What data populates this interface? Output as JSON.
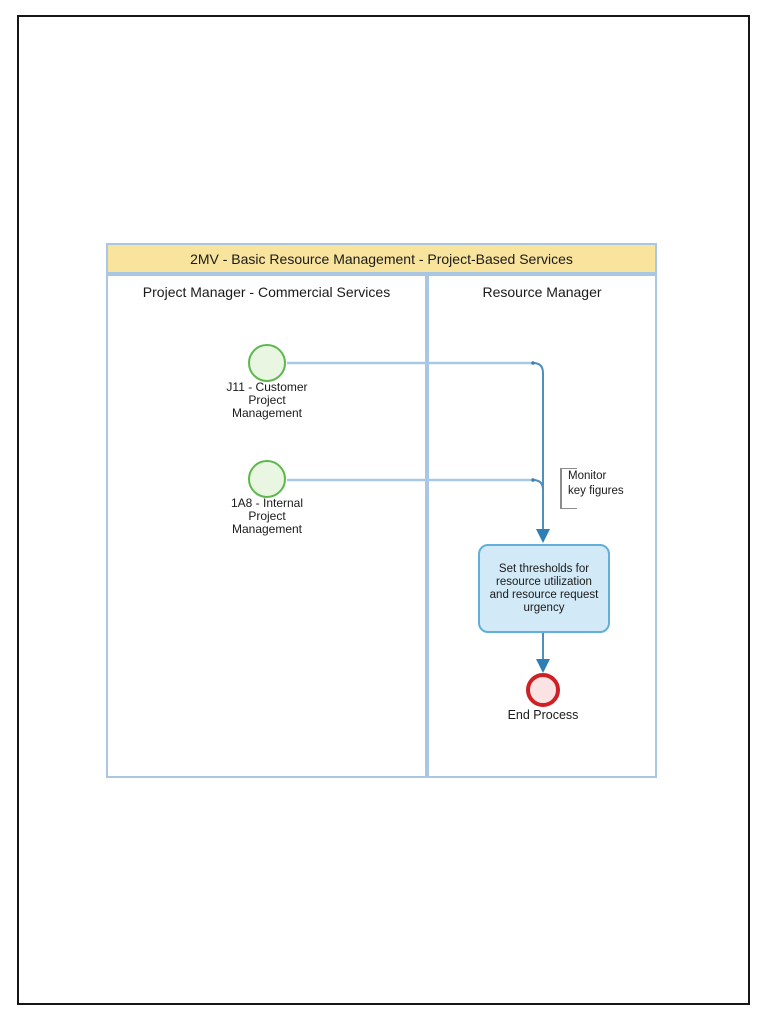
{
  "diagram": {
    "title": "2MV - Basic Resource Management - Project-Based Services",
    "lanes": [
      {
        "label": "Project Manager - Commercial Services"
      },
      {
        "label": "Resource Manager"
      }
    ],
    "nodes": {
      "start_event_1": {
        "type": "start-event",
        "label": "J11 - Customer\nProject\nManagement"
      },
      "start_event_2": {
        "type": "start-event",
        "label": "1A8 - Internal\nProject\nManagement"
      },
      "annotation": {
        "type": "text-annotation",
        "text": "Monitor\nkey figures"
      },
      "task": {
        "type": "task",
        "label": "Set thresholds for\nresource utilization\nand resource request\nurgency"
      },
      "end_event": {
        "type": "end-event",
        "label": "End Process"
      }
    },
    "colors": {
      "title_bar_bg": "#F9E49E",
      "lane_border": "#A9C6E3",
      "start_event_fill": "#E9F7E2",
      "start_event_border": "#5CB84C",
      "task_fill": "#D2E9F7",
      "task_border": "#62AFD9",
      "end_event_fill": "#FBE3E3",
      "end_event_border": "#CE2025",
      "flow_line": "#4E8FBF",
      "flow_line_light": "#A6C9E5",
      "arrowhead": "#2E7FB5",
      "annotation_bracket": "#8C8C8C",
      "page_frame": "#161616"
    }
  }
}
